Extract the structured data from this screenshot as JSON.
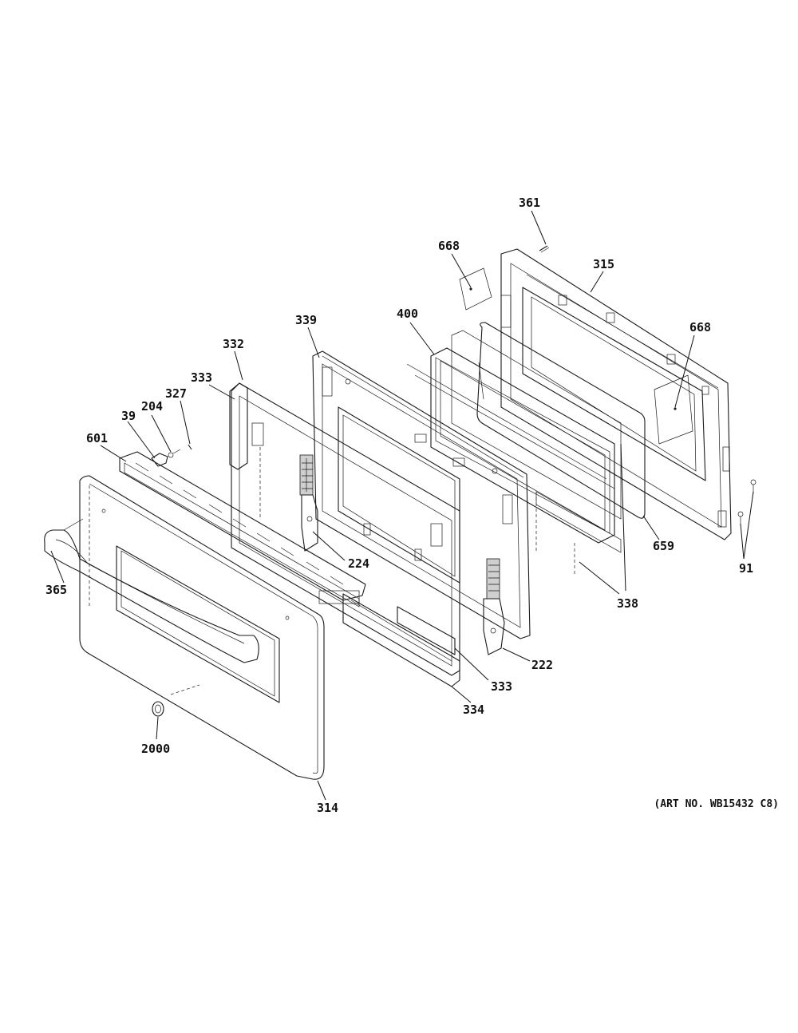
{
  "callouts": {
    "c361": "361",
    "c668a": "668",
    "c315": "315",
    "c668b": "668",
    "c400": "400",
    "c339": "339",
    "c332": "332",
    "c333a": "333",
    "c327": "327",
    "c204": "204",
    "c39": "39",
    "c601": "601",
    "c224": "224",
    "c659": "659",
    "c91": "91",
    "c338": "338",
    "c365": "365",
    "c222": "222",
    "c333b": "333",
    "c334": "334",
    "c2000": "2000",
    "c314": "314"
  },
  "art_number": "(ART NO. WB15432 C8)"
}
